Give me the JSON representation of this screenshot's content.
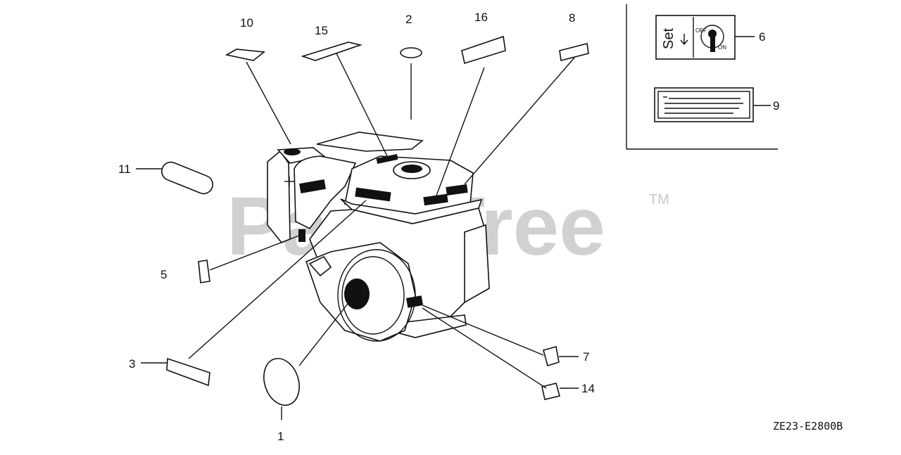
{
  "watermark": {
    "text": "PartsTree",
    "tm": "TM"
  },
  "diagram_code": "ZE23-E2800B",
  "callouts": {
    "c1": "1",
    "c2": "2",
    "c3": "3",
    "c5": "5",
    "c6": "6",
    "c7": "7",
    "c8": "8",
    "c9": "9",
    "c10": "10",
    "c11": "11",
    "c14": "14",
    "c15": "15",
    "c16": "16"
  },
  "label_6": {
    "left_text": "Set",
    "off_text": "OFF",
    "on_text": "ON"
  }
}
